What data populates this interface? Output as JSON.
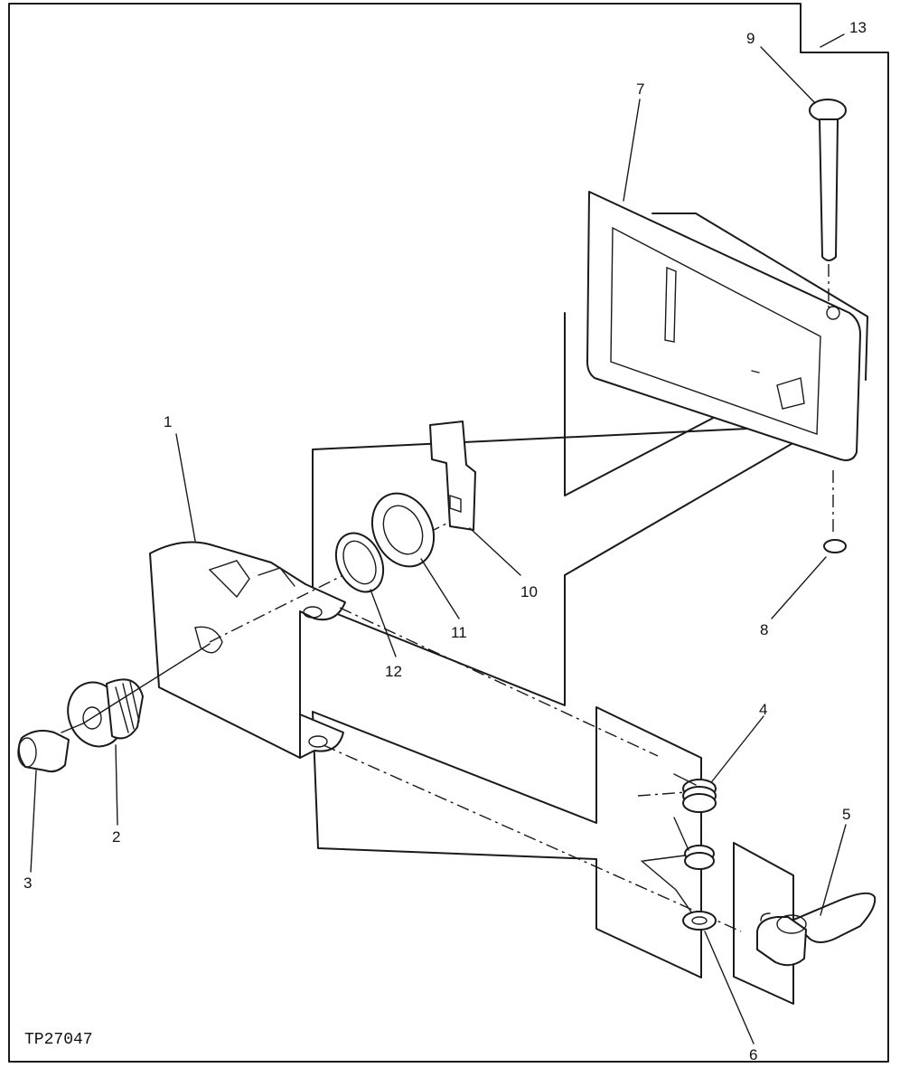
{
  "figure": {
    "id_text": "TP27047"
  },
  "callouts": [
    {
      "key": "c1",
      "label": "1"
    },
    {
      "key": "c2",
      "label": "2"
    },
    {
      "key": "c3",
      "label": "3"
    },
    {
      "key": "c4",
      "label": "4"
    },
    {
      "key": "c5",
      "label": "5"
    },
    {
      "key": "c6",
      "label": "6"
    },
    {
      "key": "c7",
      "label": "7"
    },
    {
      "key": "c8",
      "label": "8"
    },
    {
      "key": "c9",
      "label": "9"
    },
    {
      "key": "c10",
      "label": "10"
    },
    {
      "key": "c11",
      "label": "11"
    },
    {
      "key": "c12",
      "label": "12"
    },
    {
      "key": "c13",
      "label": "13"
    }
  ],
  "colors": {
    "ink": "#1a1a1a",
    "paper": "#ffffff"
  }
}
